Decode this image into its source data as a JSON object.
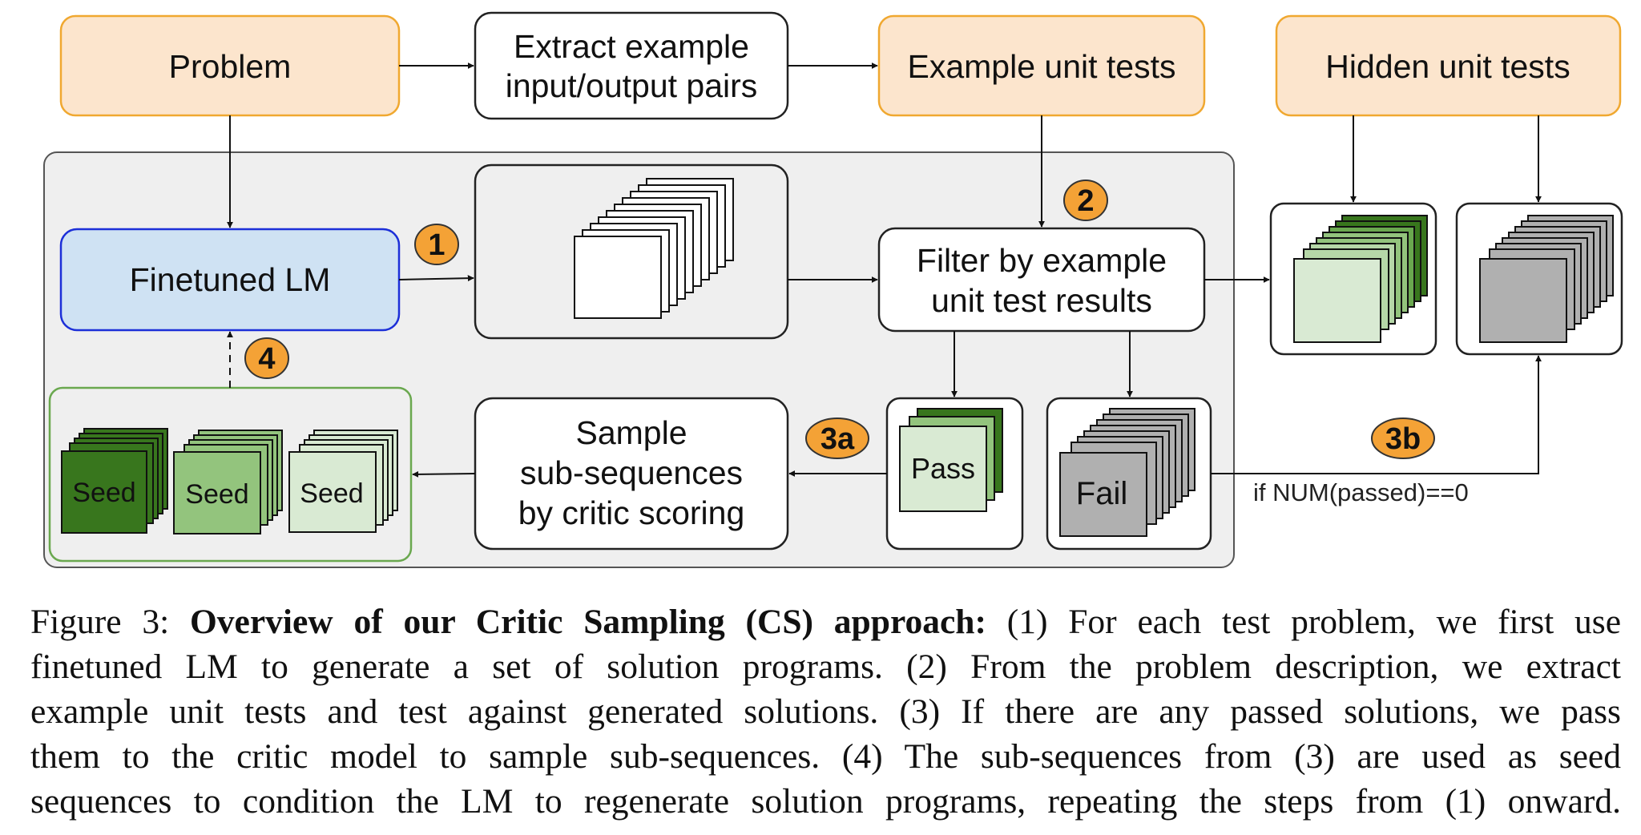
{
  "boxes": {
    "problem": "Problem",
    "extract_line1": "Extract example",
    "extract_line2": "input/output pairs",
    "example_tests": "Example unit tests",
    "hidden_tests": "Hidden unit tests",
    "finetuned_lm": "Finetuned LM",
    "filter_line1": "Filter by example",
    "filter_line2": "unit test results",
    "sample_line1": "Sample",
    "sample_line2": "sub-sequences",
    "sample_line3": "by critic scoring",
    "pass": "Pass",
    "fail": "Fail",
    "seed": "Seed"
  },
  "badges": {
    "b1": "1",
    "b2": "2",
    "b3a": "3a",
    "b3b": "3b",
    "b4": "4"
  },
  "condition": "if NUM(passed)==0",
  "colors": {
    "orange_fill": "#fce5cd",
    "orange_stroke": "#f0a830",
    "blue_fill": "#cfe2f3",
    "blue_stroke": "#1c2fd8",
    "badge_fill": "#f4a236",
    "panel_fill": "#efefef",
    "dark_green": "#38761d",
    "mid_green": "#93c47d",
    "light_green": "#d9ead3",
    "gray": "#b0b0b0"
  },
  "caption": {
    "label": "Figure 3:",
    "title": "Overview of our Critic Sampling (CS) approach:",
    "line1_rest": "(1) For each test problem, we first use",
    "line2": "finetuned LM to generate a set of solution programs. (2) From the problem description, we extract",
    "line3": "example unit tests and test against generated solutions. (3) If there are any passed solutions, we pass",
    "line4": "them to the critic model to sample sub-sequences. (4) The sub-sequences from (3) are used as seed",
    "line5": "sequences to condition the LM to regenerate solution programs, repeating the steps from (1) onward."
  }
}
